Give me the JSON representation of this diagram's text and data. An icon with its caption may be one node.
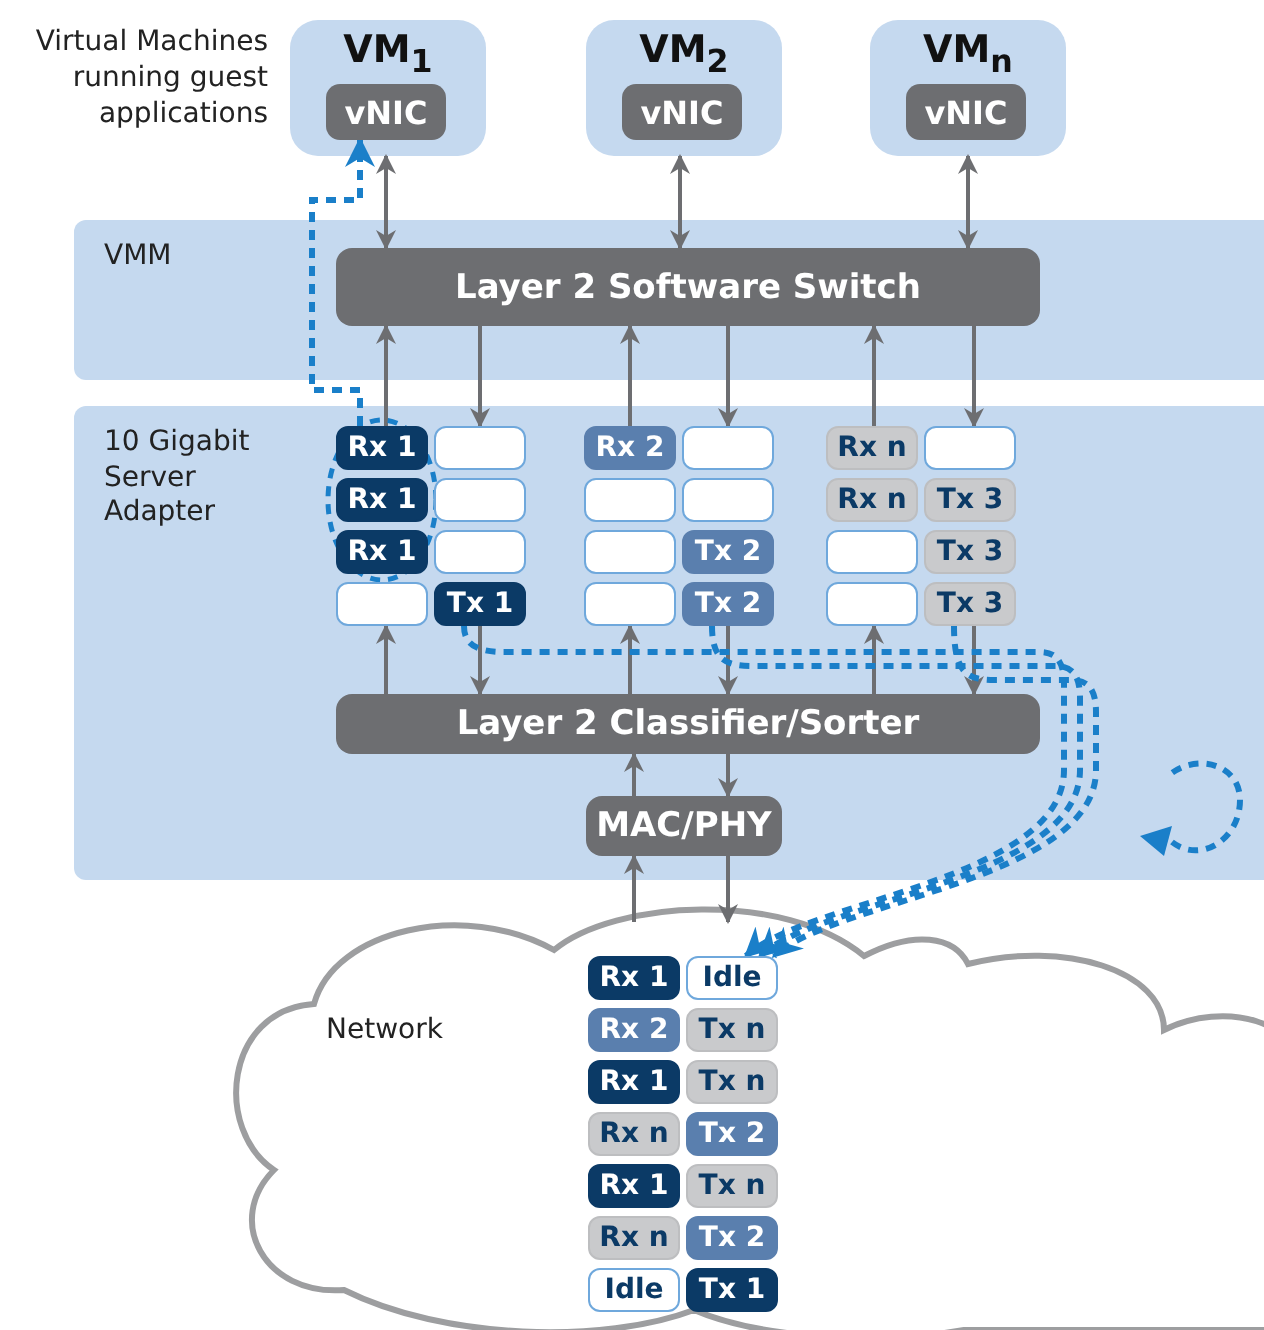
{
  "diagram": {
    "nodes": [
      {
        "text": [
          "VM$_{1}$"
        ]
      },
      {
        "text": [
          "vNIC"
        ],
        "in": 0
      },
      {
        "text": [
          "VM$_{2}$"
        ]
      },
      {
        "text": [
          "vNIC"
        ],
        "in": 2
      },
      {
        "text": [
          "VM$_{n}$"
        ]
      },
      {
        "text": [
          "vNIC"
        ],
        "in": 4
      },
      {
        "text": [
          "VMM"
        ]
      },
      {
        "text": [
          "Layer 2 Software Switch"
        ],
        "in": 6
      },
      {
        "text": [
          "10 Gigabit Server Adapter"
        ]
      },
      {
        "text": [
          "Rx 1"
        ],
        "in": 8
      },
      {
        "text": [],
        "shape": "box",
        "in": 8
      },
      {
        "text": [
          "Rx 2"
        ],
        "in": 8
      },
      {
        "text": [],
        "shape": "box",
        "in": 8
      },
      {
        "text": [
          "Rx n"
        ],
        "in": 8
      },
      {
        "text": [],
        "shape": "box",
        "in": 8
      },
      {
        "text": [
          "Rx 1"
        ],
        "in": 8
      },
      {
        "text": [],
        "shape": "box",
        "in": 8
      },
      {
        "text": [],
        "shape": "box",
        "in": 8
      },
      {
        "text": [],
        "shape": "box",
        "in": 8
      },
      {
        "text": [
          "Rx n"
        ],
        "in": 8
      },
      {
        "text": [
          "Tx 3"
        ],
        "in": 8
      },
      {
        "text": [
          "Rx 1"
        ],
        "in": 8
      },
      {
        "text": [],
        "shape": "box",
        "in": 8
      },
      {
        "text": [],
        "shape": "box",
        "in": 8
      },
      {
        "text": [
          "Tx 2"
        ],
        "in": 8
      },
      {
        "text": [],
        "shape": "box",
        "in": 8
      },
      {
        "text": [
          "Tx 3"
        ],
        "in": 8
      },
      {
        "text": [],
        "shape": "box",
        "in": 8
      },
      {
        "text": [
          "Tx 1"
        ],
        "in": 8
      },
      {
        "text": [],
        "shape": "box",
        "in": 8
      },
      {
        "text": [
          "Tx 2"
        ],
        "in": 8
      },
      {
        "text": [],
        "shape": "box",
        "in": 8
      },
      {
        "text": [
          "Tx 3"
        ],
        "in": 8
      },
      {
        "text": [
          "Layer 2 Classifier/Sorter"
        ],
        "in": 8
      },
      {
        "text": [
          "MAC/PHY"
        ],
        "in": 8
      },
      {
        "text": [
          "Network"
        ]
      },
      {
        "text": [
          "Rx 1"
        ],
        "in": 35
      },
      {
        "text": [
          "Idle"
        ],
        "in": 35
      },
      {
        "text": [
          "Rx 2"
        ],
        "in": 35
      },
      {
        "text": [
          "Tx n"
        ],
        "in": 35
      },
      {
        "text": [
          "Rx 1"
        ],
        "in": 35
      },
      {
        "text": [
          "Tx n"
        ],
        "in": 35
      },
      {
        "text": [
          "Rx n"
        ],
        "in": 35
      },
      {
        "text": [
          "Tx 2"
        ],
        "in": 35
      },
      {
        "text": [
          "Rx 1"
        ],
        "in": 35
      },
      {
        "text": [
          "Tx n"
        ],
        "in": 35
      },
      {
        "text": [
          "Rx n"
        ],
        "in": 35
      },
      {
        "text": [
          "Tx 2"
        ],
        "in": 35
      },
      {
        "text": [
          "Idle"
        ],
        "in": 35
      },
      {
        "text": [
          "Tx 1"
        ],
        "in": 35
      }
    ],
    "edges": [
      {
        "from": 0,
        "to": 7,
        "arrow": "both"
      },
      {
        "from": 2,
        "to": 7,
        "arrow": "both"
      },
      {
        "from": 4,
        "to": 7,
        "arrow": "both"
      },
      {
        "from": 9,
        "to": 7,
        "arrow": "to"
      },
      {
        "from": 7,
        "to": 10,
        "arrow": "to"
      },
      {
        "from": 11,
        "to": 7,
        "arrow": "to"
      },
      {
        "from": 7,
        "to": 12,
        "arrow": "to"
      },
      {
        "from": 13,
        "to": 7,
        "arrow": "to"
      },
      {
        "from": 7,
        "to": 14,
        "arrow": "to"
      },
      {
        "from": 33,
        "to": 27,
        "arrow": "to"
      },
      {
        "from": 28,
        "to": 33,
        "arrow": "to"
      },
      {
        "from": 33,
        "to": 29,
        "arrow": "to"
      },
      {
        "from": 30,
        "to": 33,
        "arrow": "to"
      },
      {
        "from": 33,
        "to": 31,
        "arrow": "to"
      },
      {
        "from": 32,
        "to": 33,
        "arrow": "to"
      },
      {
        "from": 34,
        "to": 33,
        "arrow": "to"
      },
      {
        "from": 33,
        "to": 34,
        "arrow": "to"
      },
      {
        "from": 35,
        "to": 34,
        "arrow": "to"
      },
      {
        "from": 34,
        "to": 35,
        "arrow": "to"
      },
      {
        "from": 9,
        "to": 1,
        "arrow": "to",
        "style": "dashed",
        "color": "#1a7fc9"
      },
      {
        "from": 28,
        "to": 37,
        "arrow": "to",
        "style": "dashed",
        "color": "#1a7fc9"
      },
      {
        "from": 30,
        "to": 37,
        "arrow": "to",
        "style": "dashed",
        "color": "#1a7fc9"
      },
      {
        "from": 32,
        "to": 37,
        "arrow": "to",
        "style": "dashed",
        "color": "#1a7fc9"
      }
    ],
    "labels": [
      "Virtual Machines running guest applications"
    ]
  }
}
